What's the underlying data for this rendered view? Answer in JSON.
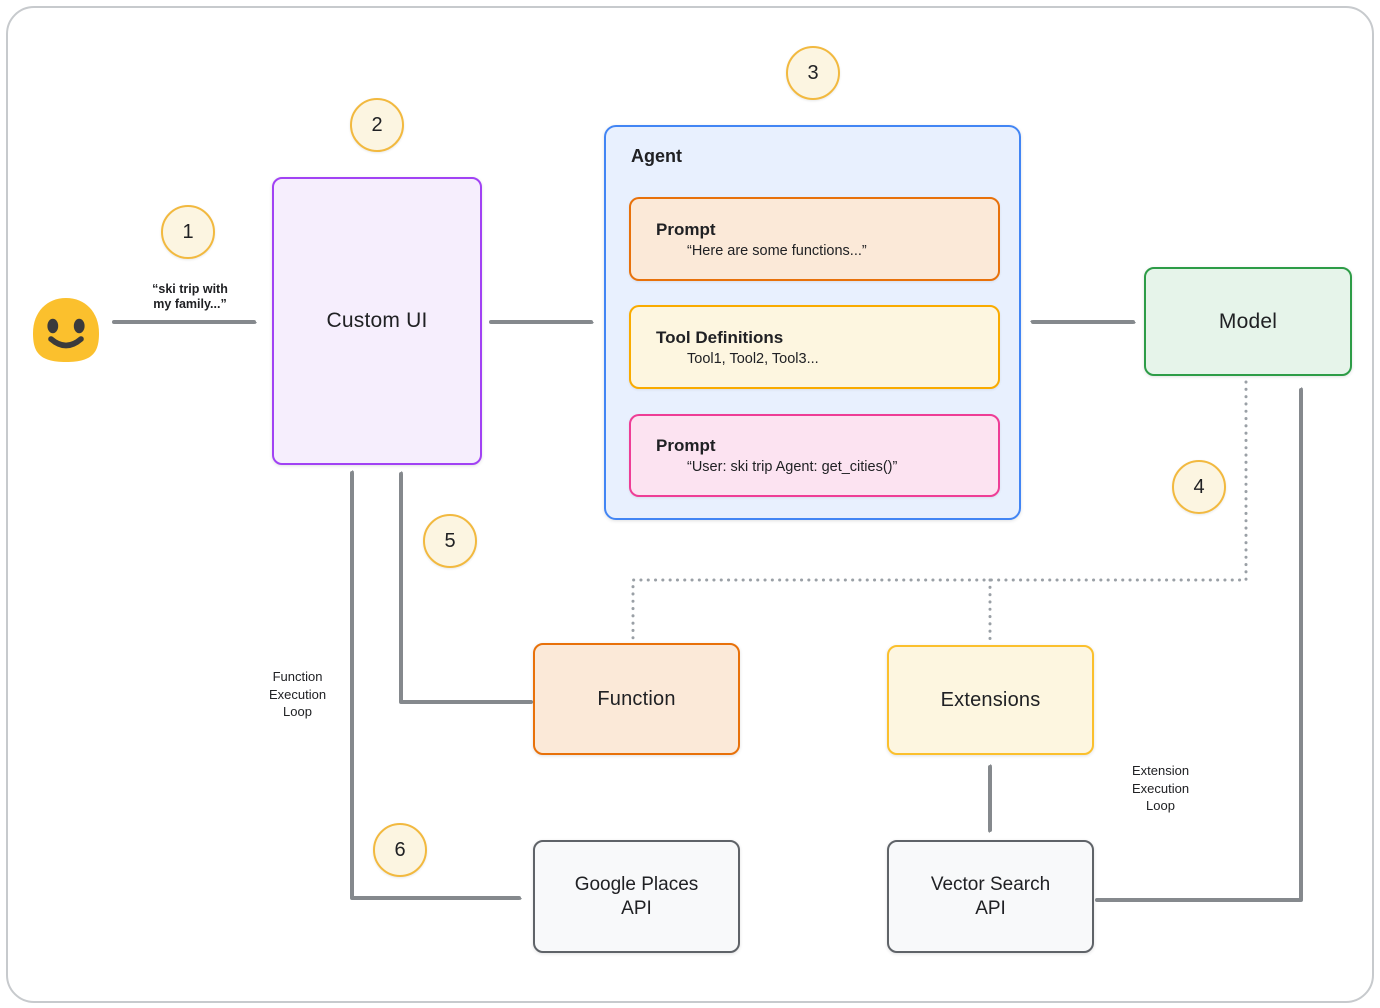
{
  "diagram_title": "agent-function-calling-architecture",
  "steps": [
    "1",
    "2",
    "3",
    "4",
    "5",
    "6"
  ],
  "nodes": {
    "user": {
      "icon": "smiley-face-icon"
    },
    "custom_ui": {
      "label": "Custom UI"
    },
    "agent": {
      "label": "Agent",
      "items": [
        {
          "title": "Prompt",
          "detail": "“Here are some functions...”"
        },
        {
          "title": "Tool Definitions",
          "detail": "Tool1, Tool2, Tool3..."
        },
        {
          "title": "Prompt",
          "detail": "“User: ski trip Agent: get_cities()”"
        }
      ]
    },
    "model": {
      "label": "Model"
    },
    "function": {
      "label": "Function"
    },
    "extensions": {
      "label": "Extensions"
    },
    "google_places_api": {
      "line1": "Google Places",
      "line2": "API"
    },
    "vector_search_api": {
      "line1": "Vector Search",
      "line2": "API"
    }
  },
  "annotations": {
    "user_query_line1": "“ski trip with",
    "user_query_line2": "my family...”",
    "function_loop": [
      "Function",
      "Execution",
      "Loop"
    ],
    "extension_loop": [
      "Extension",
      "Execution",
      "Loop"
    ]
  },
  "colors": {
    "purple_border": "#a142f4",
    "purple_fill": "#f6eefd",
    "blue_border": "#4285f4",
    "blue_fill": "#e8f0fe",
    "orange_border": "#e8710a",
    "orange_fill": "#fbe9d8",
    "gold_border": "#f9ab00",
    "gold_fill": "#fdf6e0",
    "pink_border": "#ee3d96",
    "pink_fill": "#fce3f1",
    "green_border": "#2d9c47",
    "green_fill": "#e6f4ea",
    "gray_border": "#5f6368",
    "gray_fill": "#f8f9fa",
    "badge_border": "#f2b93f",
    "badge_fill": "#fcf5e1",
    "arrow_gray": "#85898d",
    "dotted_gray": "#9aa0a6",
    "emoji_yellow": "#fbc02d",
    "text": "#202124"
  }
}
